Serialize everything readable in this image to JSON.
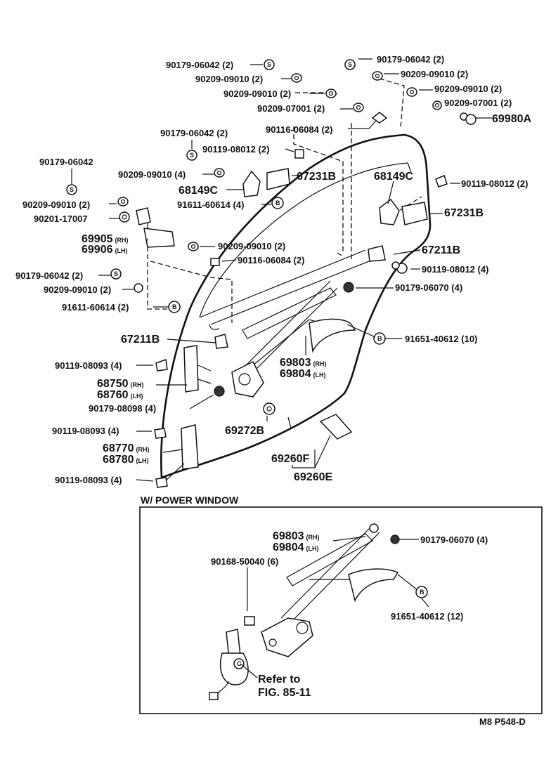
{
  "labels": {
    "p01": {
      "part": "90179-06042",
      "qty": "(2)"
    },
    "p02": {
      "part": "90179-06042",
      "qty": "(2)"
    },
    "p03": {
      "part": "90209-09010",
      "qty": "(2)"
    },
    "p04": {
      "part": "90209-09010",
      "qty": "(2)"
    },
    "p05": {
      "part": "90209-09010",
      "qty": "(2)"
    },
    "p06": {
      "part": "90209-09010",
      "qty": "(2)"
    },
    "p07": {
      "part": "90209-07001",
      "qty": "(2)"
    },
    "p08": {
      "part": "90209-07001",
      "qty": "(2)"
    },
    "p09": {
      "part": "90116-06084",
      "qty": "(2)"
    },
    "p10": {
      "part": "69980A"
    },
    "p11": {
      "part": "90179-06042",
      "qty": "(2)"
    },
    "p12": {
      "part": "90119-08012",
      "qty": "(2)"
    },
    "p13": {
      "part": "90179-06042"
    },
    "p14": {
      "part": "90209-09010",
      "qty": "(4)"
    },
    "p15": {
      "part": "67231B"
    },
    "p16": {
      "part": "68149C"
    },
    "p17": {
      "part": "68149C"
    },
    "p18": {
      "part": "90119-08012",
      "qty": "(2)"
    },
    "p19": {
      "part": "91611-60614",
      "qty": "(4)"
    },
    "p20": {
      "part": "90209-09010",
      "qty": "(2)"
    },
    "p21": {
      "part": "90201-17007"
    },
    "p22": {
      "part": "67231B"
    },
    "p23": {
      "part": "69905",
      "side": "(RH)"
    },
    "p24": {
      "part": "69906",
      "side": "(LH)"
    },
    "p25": {
      "part": "90209-09010",
      "qty": "(2)"
    },
    "p26": {
      "part": "67211B"
    },
    "p27": {
      "part": "90116-06084",
      "qty": "(2)"
    },
    "p28": {
      "part": "90119-08012",
      "qty": "(4)"
    },
    "p29": {
      "part": "90179-06042",
      "qty": "(2)"
    },
    "p30": {
      "part": "90179-06070",
      "qty": "(4)"
    },
    "p31": {
      "part": "90209-09010",
      "qty": "(2)"
    },
    "p32": {
      "part": "91611-60614",
      "qty": "(2)"
    },
    "p33": {
      "part": "67211B"
    },
    "p34": {
      "part": "91651-40612",
      "qty": "(10)"
    },
    "p35": {
      "part": "90119-08093",
      "qty": "(4)"
    },
    "p36": {
      "part": "69803",
      "side": "(RH)"
    },
    "p37": {
      "part": "69804",
      "side": "(LH)"
    },
    "p38": {
      "part": "68750",
      "side": "(RH)"
    },
    "p39": {
      "part": "68760",
      "side": "(LH)"
    },
    "p40": {
      "part": "90179-08098",
      "qty": "(4)"
    },
    "p41": {
      "part": "69272B"
    },
    "p42": {
      "part": "90119-08093",
      "qty": "(4)"
    },
    "p43": {
      "part": "68770",
      "side": "(RH)"
    },
    "p44": {
      "part": "68780",
      "side": "(LH)"
    },
    "p45": {
      "part": "69260F"
    },
    "p46": {
      "part": "69260E"
    },
    "p47": {
      "part": "90119-08093",
      "qty": "(4)"
    },
    "q01": {
      "part": "69803",
      "side": "(RH)"
    },
    "q02": {
      "part": "69804",
      "side": "(LH)"
    },
    "q03": {
      "part": "90179-06070",
      "qty": "(4)"
    },
    "q04": {
      "part": "90168-50040",
      "qty": "(6)"
    },
    "q05": {
      "part": "91651-40612",
      "qty": "(12)"
    }
  },
  "inset": {
    "title": "W/ POWER  WINDOW",
    "refer_line1": "Refer to",
    "refer_line2": "FIG. 85-11"
  },
  "figure_code": "M8 P548-D",
  "callout_letter": "B",
  "callout_letter_c": "C"
}
